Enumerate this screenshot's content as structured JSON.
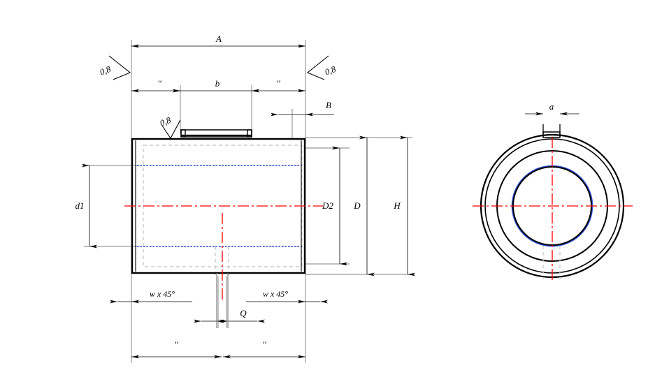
{
  "drawing": {
    "title": "bushing-technical-drawing",
    "views": {
      "front": "front-sectional-view",
      "side": "side-circular-view"
    },
    "colors": {
      "outline": "#000000",
      "dimension": "#1a1a1a",
      "centerline": "#ff0000",
      "hidden_bore": "#2b4fd6",
      "construction": "#cccccc",
      "background": "#ffffff"
    },
    "labels": {
      "overall_length": "A",
      "keyway_length": "b",
      "keyway_offset": "B",
      "inner_diameter": "d1",
      "bore_diameter": "D2",
      "outer_diameter": "D",
      "overall_height": "H",
      "groove_width": "Q",
      "keyway_width": "a",
      "chamfer_left": "w x 45°",
      "chamfer_right": "w x 45°",
      "ditto_top_left": "''",
      "ditto_top_right": "''",
      "ditto_bottom_left": "''",
      "ditto_bottom_right": "''",
      "roughness_left": "0,8",
      "roughness_right": "0,8",
      "roughness_top": "0,8"
    }
  }
}
